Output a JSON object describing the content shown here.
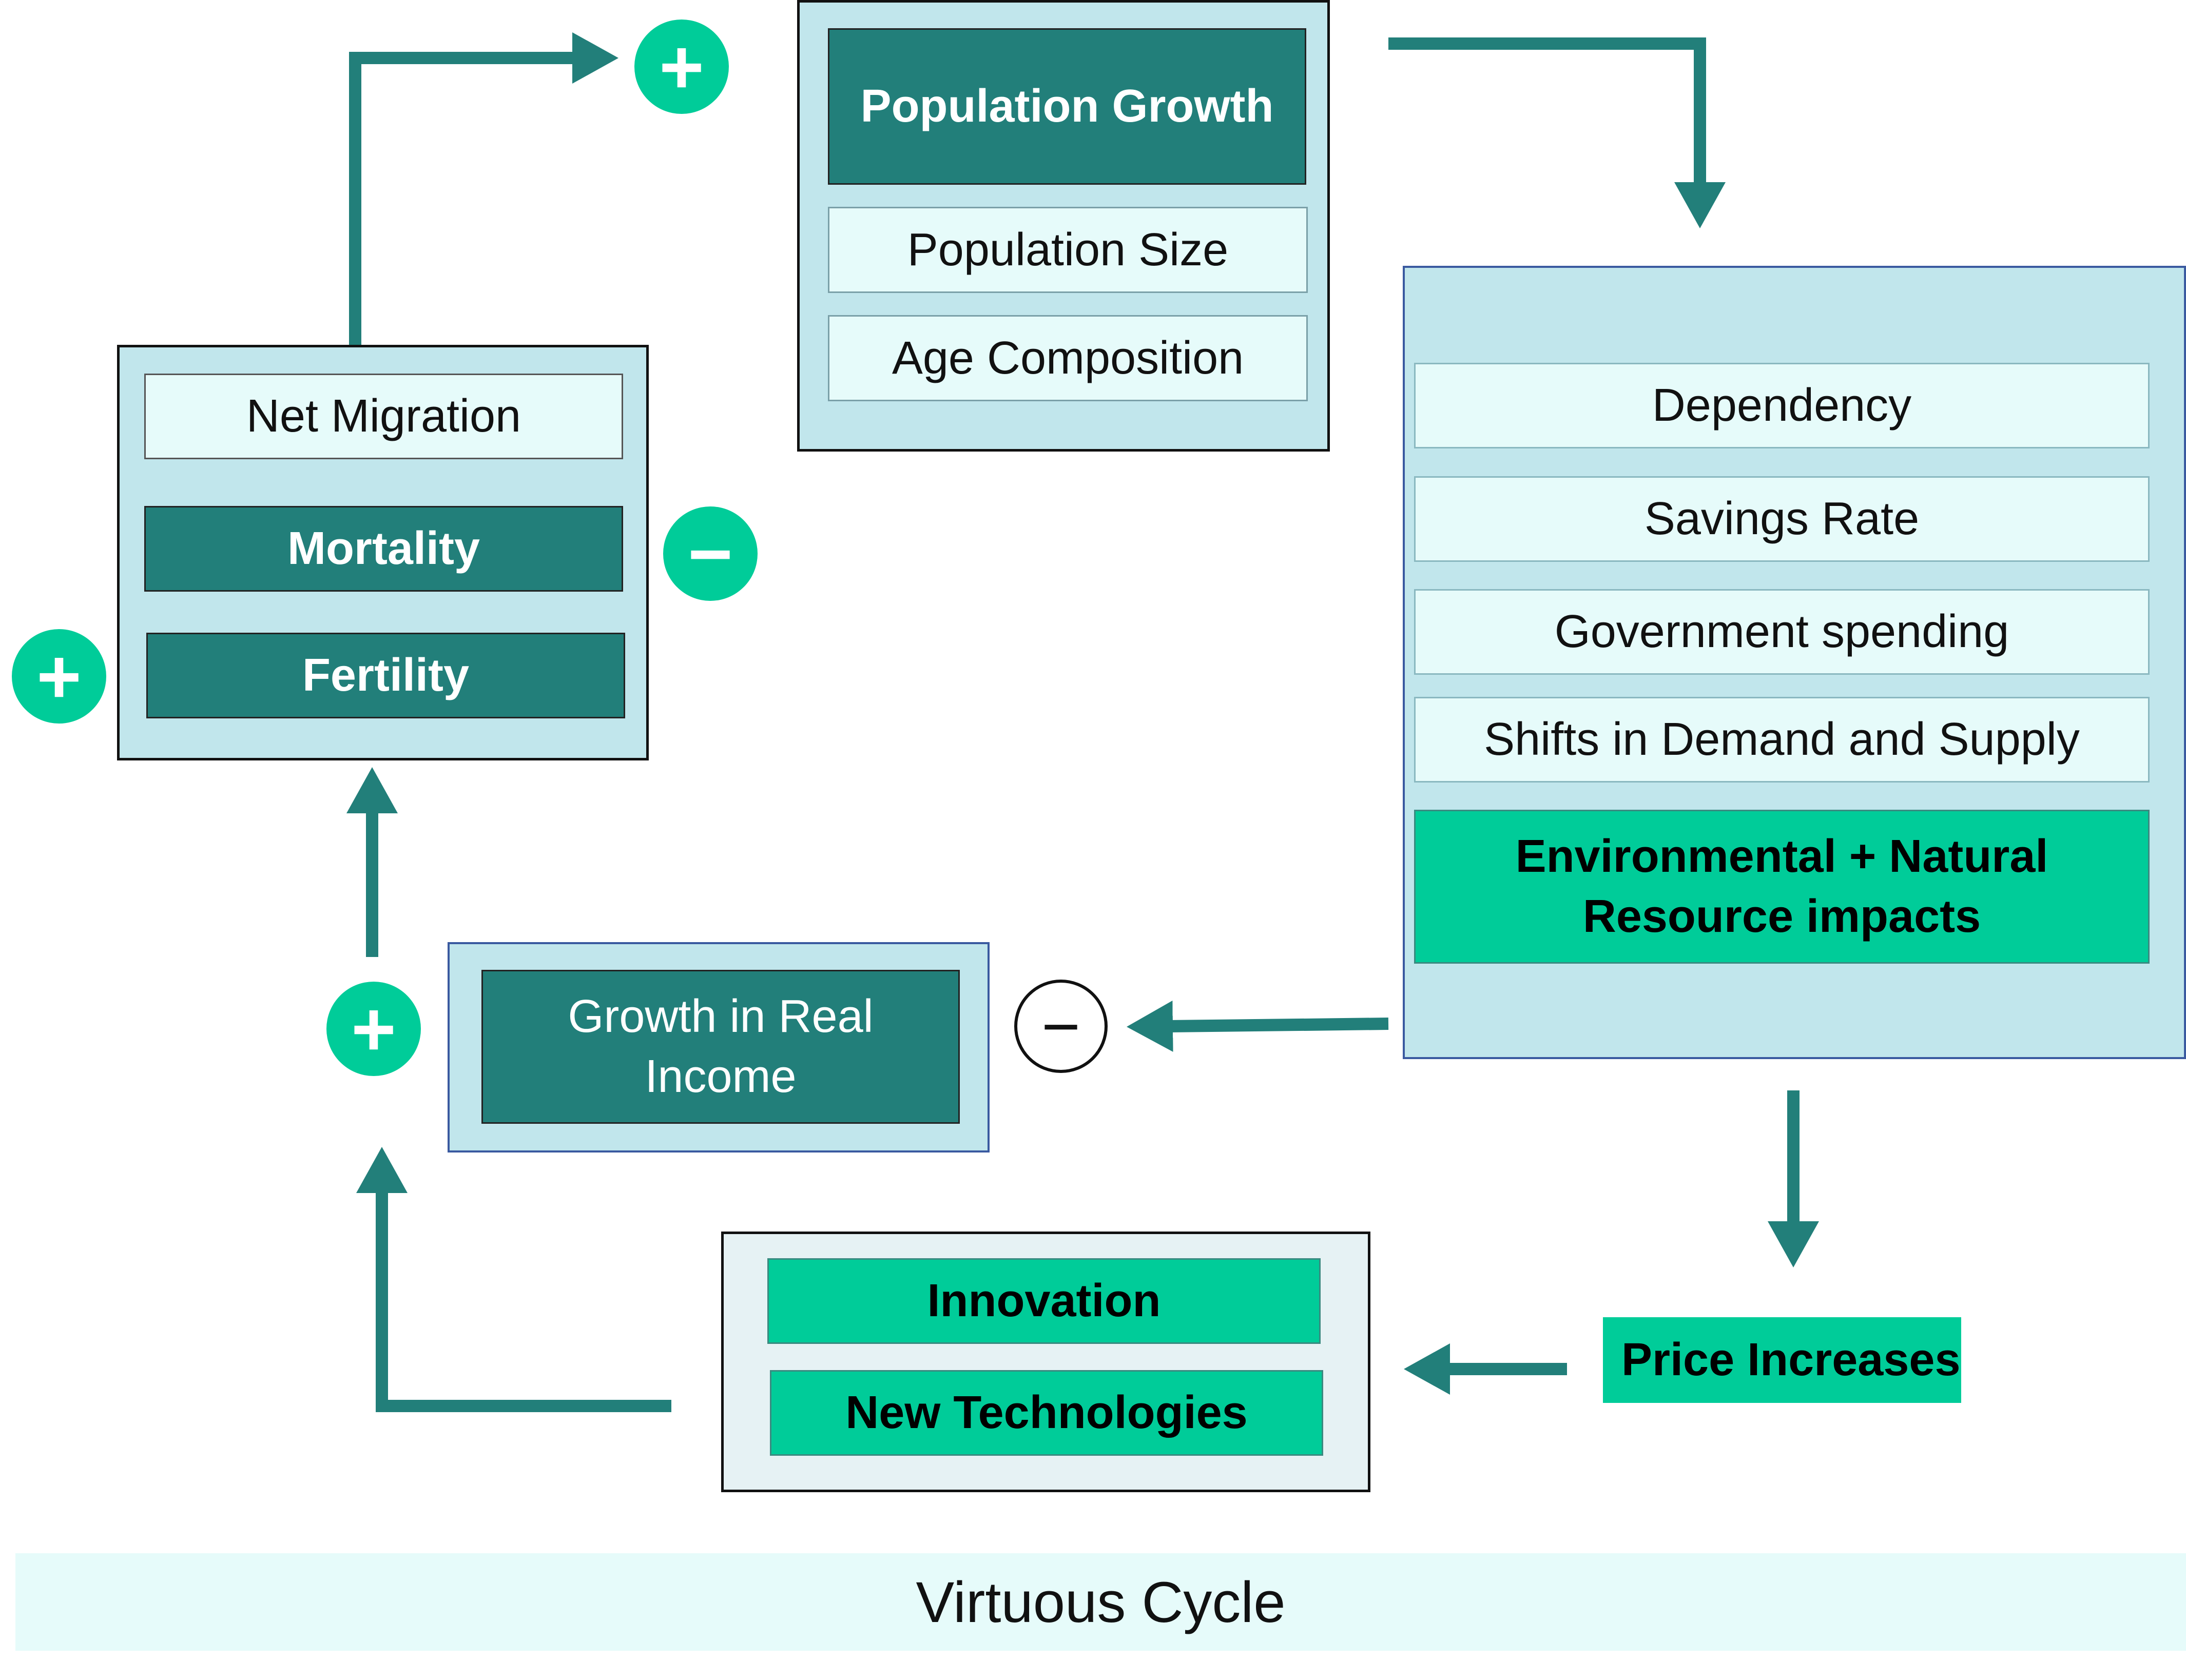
{
  "colors": {
    "arrow": "#227f7a",
    "dark_box": "#227f7a",
    "container_fill": "#c1e6ec",
    "light_box": "#e6fbfa",
    "accent_green": "#00cc99",
    "sign_green": "#00cc99",
    "footer_fill": "#e6fbfa"
  },
  "population_group": {
    "growth_label": "Population Growth",
    "size_label": "Population Size",
    "age_label": "Age Composition"
  },
  "drivers_group": {
    "migration_label": "Net Migration",
    "mortality_label": "Mortality",
    "fertility_label": "Fertility"
  },
  "impacts_group": {
    "items": [
      "Dependency",
      "Savings Rate",
      "Government spending",
      "Shifts in Demand and Supply",
      "Environmental + Natural Resource impacts"
    ]
  },
  "income_group": {
    "label": "Growth in Real Income"
  },
  "innovation_group": {
    "innovation_label": "Innovation",
    "tech_label": "New Technologies"
  },
  "price_label": "Price Increases",
  "signs": {
    "plus": "+",
    "minus": "−",
    "icons": [
      "plus-sign-icon",
      "minus-sign-icon",
      "minus-circle-outline-icon"
    ]
  },
  "footer": {
    "caption": "Virtuous Cycle"
  }
}
